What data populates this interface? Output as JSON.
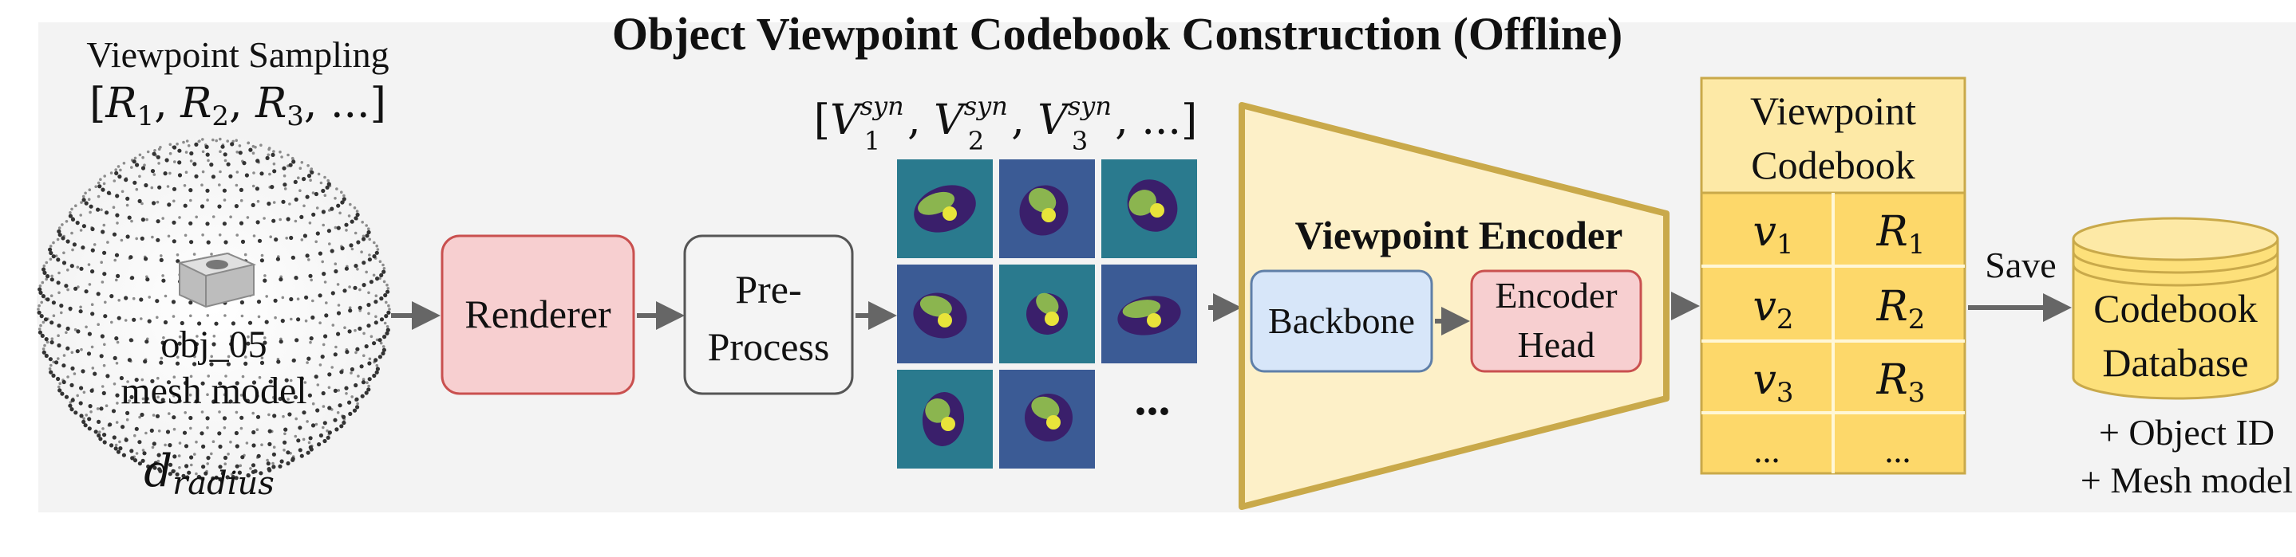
{
  "title": "Object Viewpoint Codebook Construction (Offline)",
  "sampling": {
    "label": "Viewpoint Sampling",
    "rotation_list": {
      "base": "R",
      "subs": [
        "1",
        "2",
        "3"
      ],
      "tail": "..."
    },
    "object_name": "obj_05",
    "object_desc": "mesh model",
    "radius": {
      "base": "d",
      "sub": "radius"
    }
  },
  "renderer": {
    "label": "Renderer",
    "color": "#f7cfd0",
    "stroke": "#c9504f"
  },
  "preprocess": {
    "lines": [
      "Pre-",
      "Process"
    ],
    "color": "#f4f4f4",
    "stroke": "#555555"
  },
  "synthetic_views": {
    "base": "V",
    "sup": "syn",
    "subs": [
      "1",
      "2",
      "3"
    ],
    "tail": "...",
    "more": "...",
    "tile_count": 8,
    "tile_bg": "#3b5b95",
    "tile_bg_alt": "#2a7a8e"
  },
  "encoder": {
    "title": "Viewpoint Encoder",
    "color": "#fdf0c8",
    "stroke": "#c9a94a",
    "backbone": {
      "label": "Backbone",
      "color": "#d7e6f9",
      "stroke": "#5f7fa8"
    },
    "head": {
      "lines": [
        "Encoder",
        "Head"
      ],
      "color": "#f7cfd0",
      "stroke": "#c9504f"
    }
  },
  "codebook": {
    "title_lines": [
      "Viewpoint",
      "Codebook"
    ],
    "color": "#fdd86a",
    "stroke": "#c9a94a",
    "rows": [
      {
        "v": "v",
        "v_sub": "1",
        "r": "R",
        "r_sub": "1"
      },
      {
        "v": "v",
        "v_sub": "2",
        "r": "R",
        "r_sub": "2"
      },
      {
        "v": "v",
        "v_sub": "3",
        "r": "R",
        "r_sub": "3"
      },
      {
        "v": "...",
        "v_sub": "",
        "r": "...",
        "r_sub": ""
      }
    ]
  },
  "save_label": "Save",
  "database": {
    "lines": [
      "Codebook",
      "Database"
    ],
    "color": "#fde07a",
    "stroke": "#c9a94a",
    "notes": [
      "+ Object ID",
      "+ Mesh model"
    ]
  },
  "arrow_color": "#666666"
}
